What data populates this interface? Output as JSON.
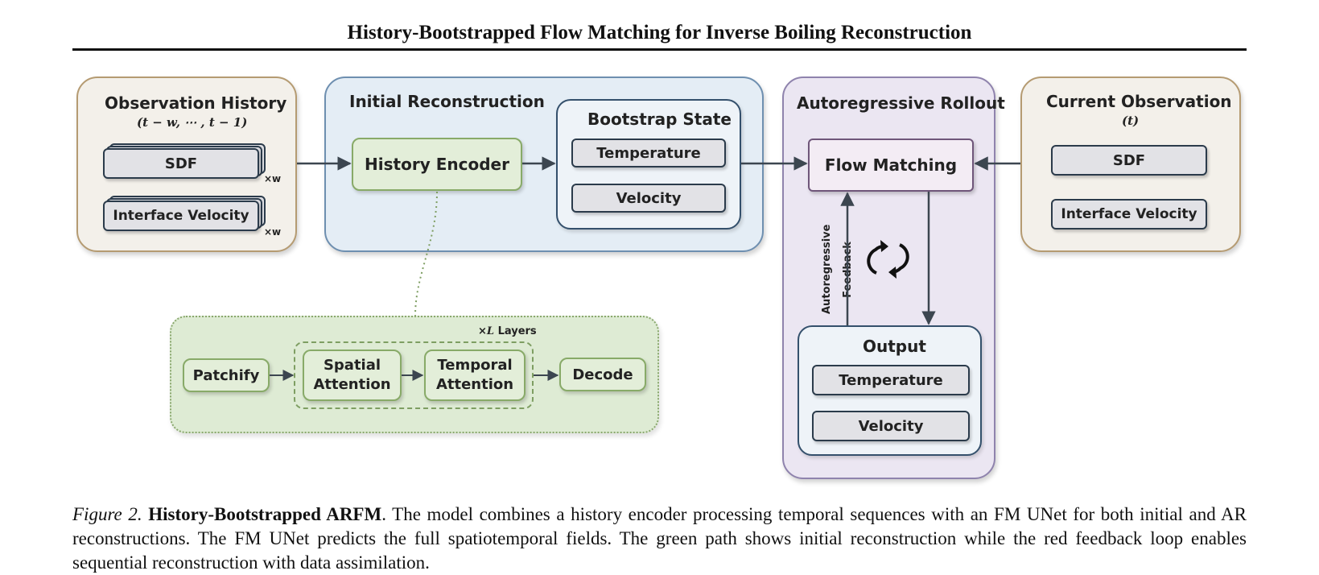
{
  "title": "History-Bootstrapped Flow Matching for Inverse Boiling Reconstruction",
  "observation_history": {
    "title": "Observation History",
    "subtitle": "(t − w, ⋯ , t − 1)",
    "items": [
      "SDF",
      "Interface Velocity"
    ],
    "multiplier": "×w"
  },
  "initial_reconstruction": {
    "title": "Initial Reconstruction",
    "history_encoder": "History Encoder",
    "bootstrap_state": {
      "title": "Bootstrap State",
      "items": [
        "Temperature",
        "Velocity"
      ]
    }
  },
  "autoregressive_rollout": {
    "title": "Autoregressive Rollout",
    "flow_matching": "Flow Matching",
    "feedback_line1": "Autoregressive",
    "feedback_line2": "Feedback",
    "output": {
      "title": "Output",
      "items": [
        "Temperature",
        "Velocity"
      ]
    }
  },
  "current_observation": {
    "title": "Current Observation",
    "subtitle": "(t)",
    "items": [
      "SDF",
      "Interface Velocity"
    ]
  },
  "encoder_detail": {
    "layers_prefix": "×",
    "layers_var": "L",
    "layers_suffix": " Layers",
    "patchify": "Patchify",
    "spatial_line1": "Spatial",
    "spatial_line2": "Attention",
    "temporal_line1": "Temporal",
    "temporal_line2": "Attention",
    "decode": "Decode"
  },
  "caption": {
    "label": "Figure 2.",
    "bold": "History-Bootstrapped ARFM",
    "text": ". The model combines a history encoder processing temporal sequences with an FM UNet for both initial and AR reconstructions. The FM UNet predicts the full spatiotemporal fields. The green path shows initial reconstruction while the red feedback loop enables sequential reconstruction with data assimilation."
  }
}
